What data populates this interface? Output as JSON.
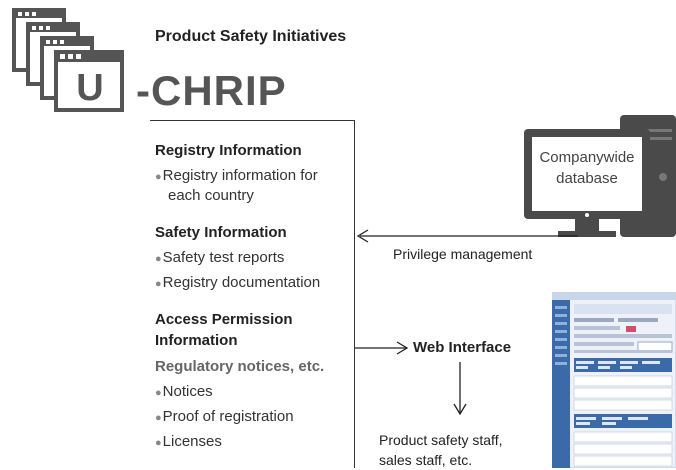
{
  "header": {
    "subtitle": "Product Safety Initiatives",
    "brand_u": "U",
    "brand_rest": "-CHRIP"
  },
  "registry": {
    "title": "Registry Information",
    "items": [
      "Registry information for",
      "each country"
    ]
  },
  "safety": {
    "title": "Safety Information",
    "items": [
      "Safety test reports",
      "Registry documentation"
    ]
  },
  "access": {
    "title_line1": "Access Permission",
    "title_line2": "Information",
    "regulatory": "Regulatory notices, etc.",
    "items": [
      "Notices",
      "Proof of registration",
      "Licenses"
    ]
  },
  "database": {
    "line1": "Companywide",
    "line2": "database"
  },
  "privilege_label": "Privilege management",
  "web_interface_label": "Web Interface",
  "staff": {
    "line1": "Product safety staff,",
    "line2": "sales staff, etc."
  },
  "colors": {
    "logo_gray": "#555555",
    "monitor_dark": "#4a4a4a",
    "screenshot_blue": "#3a6aa8"
  }
}
